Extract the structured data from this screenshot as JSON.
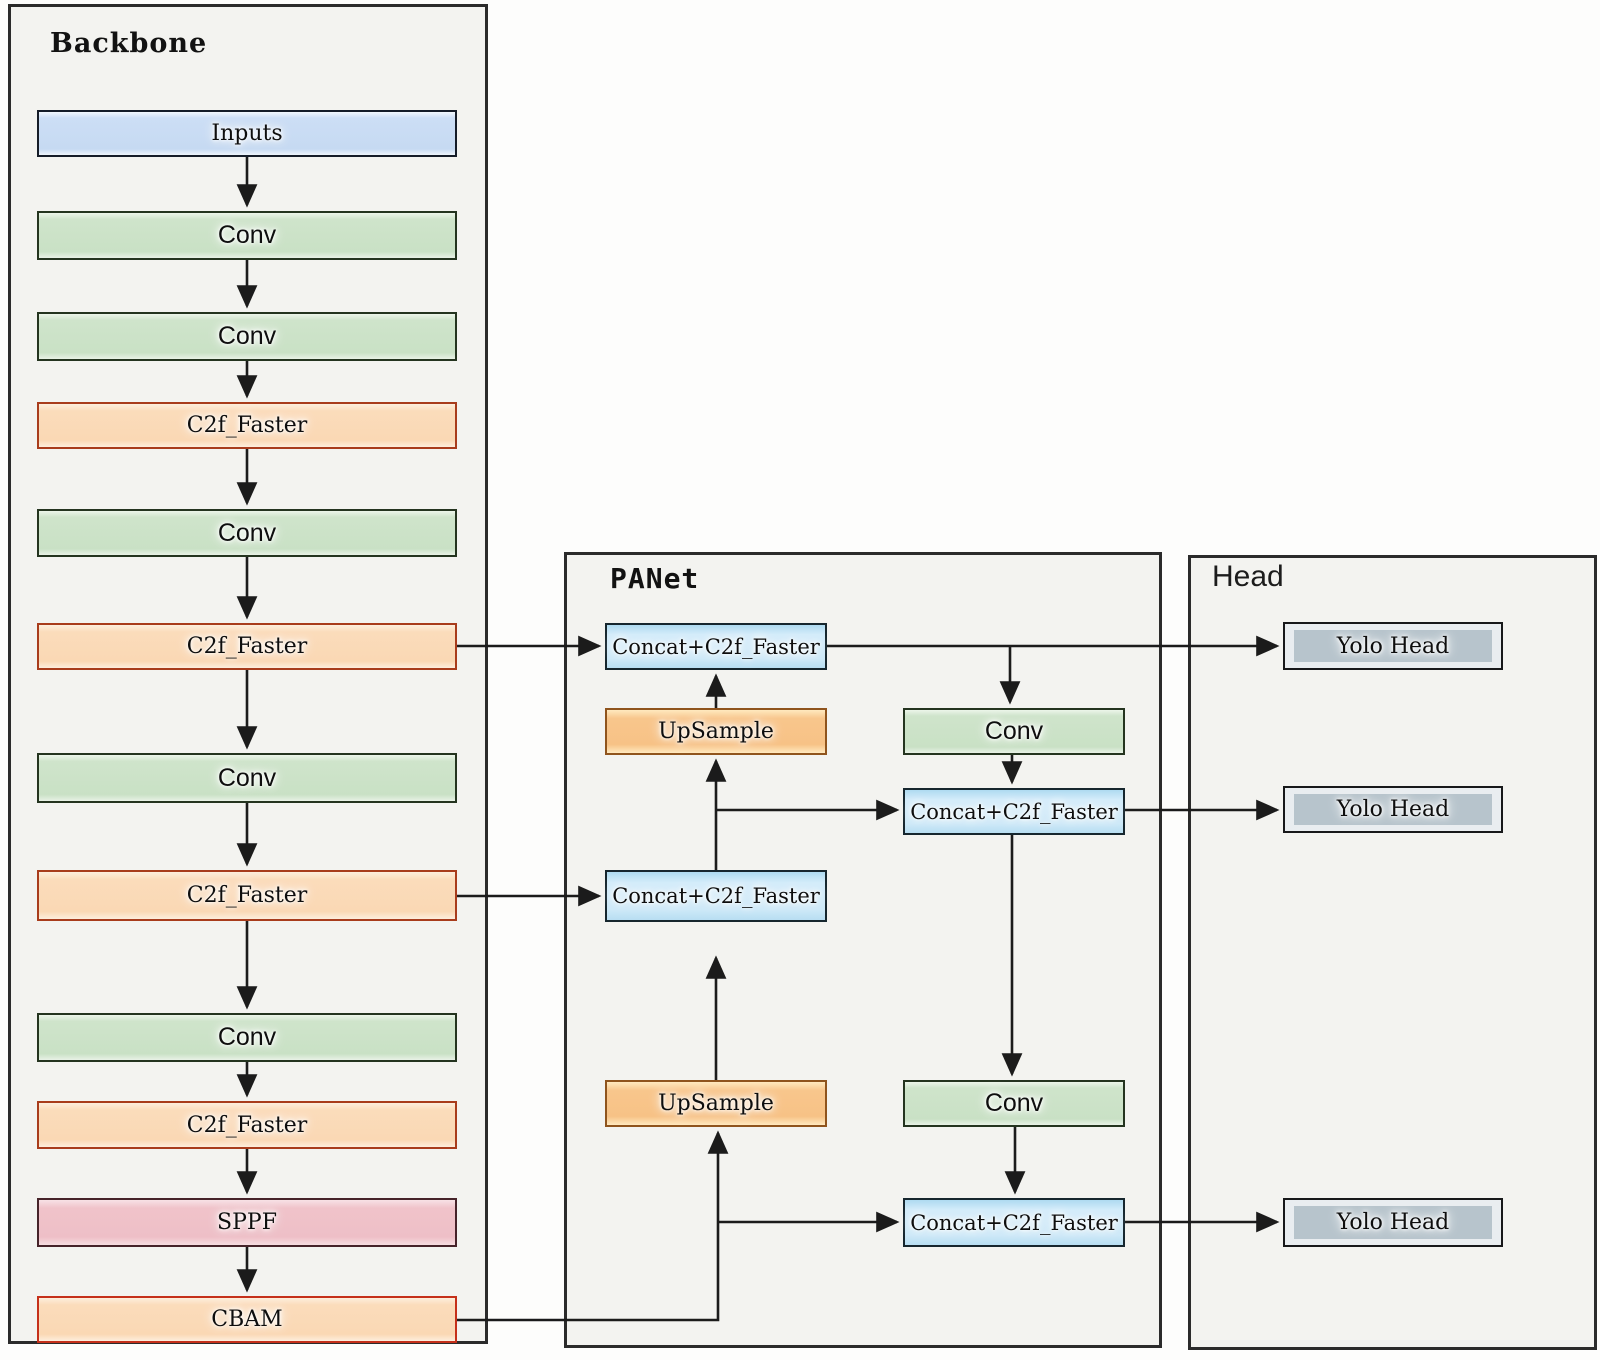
{
  "titles": {
    "backbone": "Backbone",
    "panet": "PANet",
    "head": "Head"
  },
  "backbone": {
    "nodes": [
      {
        "id": "inputs",
        "label": "Inputs"
      },
      {
        "id": "conv1",
        "label": "Conv"
      },
      {
        "id": "conv2",
        "label": "Conv"
      },
      {
        "id": "c2f1",
        "label": "C2f_Faster"
      },
      {
        "id": "conv3",
        "label": "Conv"
      },
      {
        "id": "c2f2",
        "label": "C2f_Faster"
      },
      {
        "id": "conv4",
        "label": "Conv"
      },
      {
        "id": "c2f3",
        "label": "C2f_Faster"
      },
      {
        "id": "conv5",
        "label": "Conv"
      },
      {
        "id": "c2f4",
        "label": "C2f_Faster"
      },
      {
        "id": "sppf",
        "label": "SPPF"
      },
      {
        "id": "cbam",
        "label": "CBAM"
      }
    ]
  },
  "panet": {
    "nodes": [
      {
        "id": "concat_top",
        "label": "Concat+C2f_Faster"
      },
      {
        "id": "upsample_top",
        "label": "UpSample"
      },
      {
        "id": "conv_top",
        "label": "Conv"
      },
      {
        "id": "concat_mid",
        "label": "Concat+C2f_Faster"
      },
      {
        "id": "concat_left",
        "label": "Concat+C2f_Faster"
      },
      {
        "id": "upsample_bottom",
        "label": "UpSample"
      },
      {
        "id": "conv_bottom",
        "label": "Conv"
      },
      {
        "id": "concat_bottom",
        "label": "Concat+C2f_Faster"
      }
    ]
  },
  "head": {
    "nodes": [
      {
        "id": "yolo1",
        "label": "Yolo Head"
      },
      {
        "id": "yolo2",
        "label": "Yolo Head"
      },
      {
        "id": "yolo3",
        "label": "Yolo Head"
      }
    ]
  },
  "edges": [
    "inputs>conv1",
    "conv1>conv2",
    "conv2>c2f1",
    "c2f1>conv3",
    "conv3>c2f2",
    "c2f2>conv4",
    "conv4>c2f3",
    "c2f3>conv5",
    "conv5>c2f4",
    "c2f4>sppf",
    "sppf>cbam",
    "c2f2>concat_top",
    "c2f3>concat_left",
    "cbam>upsample_bottom",
    "cbam>concat_bottom",
    "upsample_bottom>concat_left",
    "concat_left>upsample_top",
    "concat_left>concat_mid",
    "upsample_top>concat_top",
    "concat_top>yolo1",
    "concat_top>conv_top",
    "conv_top>concat_mid",
    "concat_mid>yolo2",
    "concat_mid>conv_bottom",
    "conv_bottom>concat_bottom",
    "concat_bottom>yolo3"
  ],
  "colors": {
    "input_fill": "#c6daf2",
    "conv_fill": "#c9e1c5",
    "c2f_fill": "#fad8b4",
    "sppf_fill": "#eebfc7",
    "upsample_fill": "#f7c286",
    "concat_fill": "#cde9f8",
    "yolo_fill": "#b7c4cc",
    "c2f_border": "#a83c1c",
    "cbam_border": "#c5301a",
    "line": "#1b1b1b",
    "panel_fill": "#f3f3f0"
  }
}
